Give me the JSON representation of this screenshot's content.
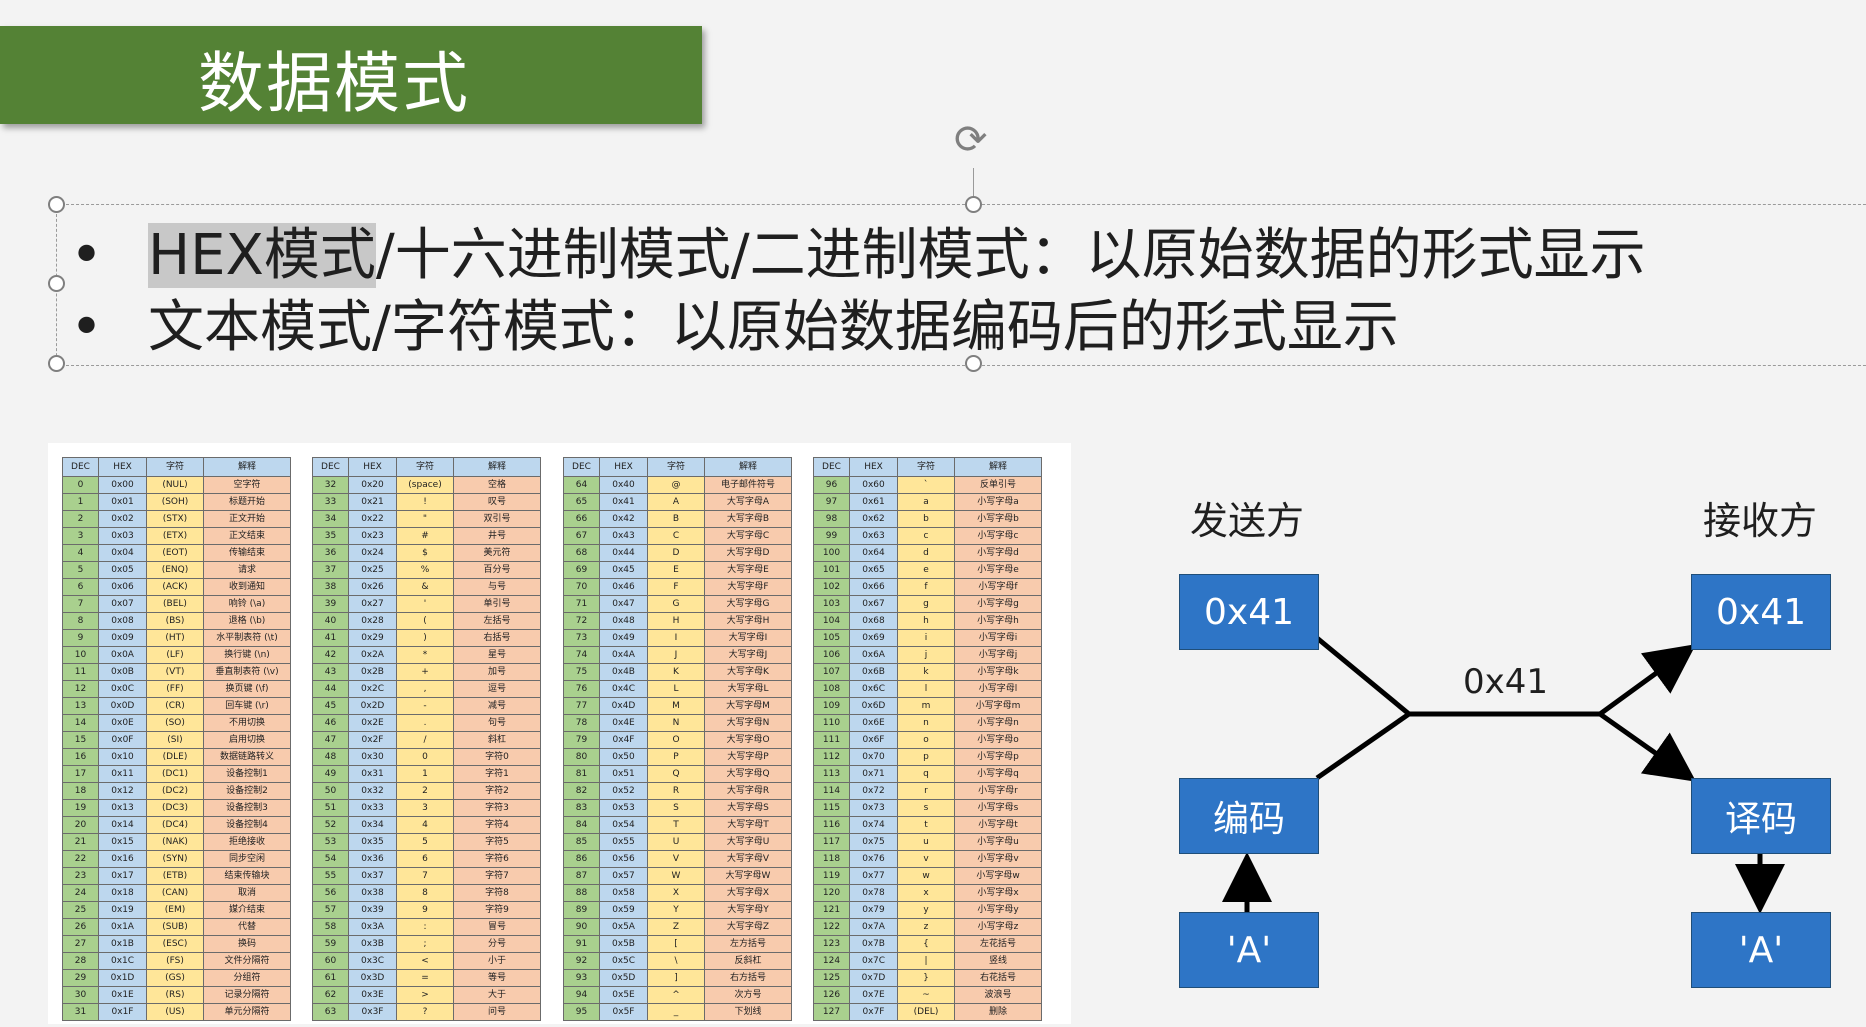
{
  "slide": {
    "title": "数据模式",
    "bullets": [
      {
        "highlight": "HEX模式",
        "rest": "/十六进制模式/二进制模式：以原始数据的形式显示"
      },
      {
        "highlight": "",
        "rest": "文本模式/字符模式：以原始数据编码后的形式显示"
      }
    ],
    "bullet_symbol": "•"
  },
  "ascii_table": {
    "headers": [
      "DEC",
      "HEX",
      "字符",
      "解释"
    ],
    "groups": [
      {
        "rows": [
          [
            "0",
            "0x00",
            "(NUL)",
            "空字符"
          ],
          [
            "1",
            "0x01",
            "(SOH)",
            "标题开始"
          ],
          [
            "2",
            "0x02",
            "(STX)",
            "正文开始"
          ],
          [
            "3",
            "0x03",
            "(ETX)",
            "正文结束"
          ],
          [
            "4",
            "0x04",
            "(EOT)",
            "传输结束"
          ],
          [
            "5",
            "0x05",
            "(ENQ)",
            "请求"
          ],
          [
            "6",
            "0x06",
            "(ACK)",
            "收到通知"
          ],
          [
            "7",
            "0x07",
            "(BEL)",
            "响铃 (\\a)"
          ],
          [
            "8",
            "0x08",
            "(BS)",
            "退格 (\\b)"
          ],
          [
            "9",
            "0x09",
            "(HT)",
            "水平制表符 (\\t)"
          ],
          [
            "10",
            "0x0A",
            "(LF)",
            "换行键 (\\n)"
          ],
          [
            "11",
            "0x0B",
            "(VT)",
            "垂直制表符 (\\v)"
          ],
          [
            "12",
            "0x0C",
            "(FF)",
            "换页键 (\\f)"
          ],
          [
            "13",
            "0x0D",
            "(CR)",
            "回车键 (\\r)"
          ],
          [
            "14",
            "0x0E",
            "(SO)",
            "不用切换"
          ],
          [
            "15",
            "0x0F",
            "(SI)",
            "启用切换"
          ],
          [
            "16",
            "0x10",
            "(DLE)",
            "数据链路转义"
          ],
          [
            "17",
            "0x11",
            "(DC1)",
            "设备控制1"
          ],
          [
            "18",
            "0x12",
            "(DC2)",
            "设备控制2"
          ],
          [
            "19",
            "0x13",
            "(DC3)",
            "设备控制3"
          ],
          [
            "20",
            "0x14",
            "(DC4)",
            "设备控制4"
          ],
          [
            "21",
            "0x15",
            "(NAK)",
            "拒绝接收"
          ],
          [
            "22",
            "0x16",
            "(SYN)",
            "同步空闲"
          ],
          [
            "23",
            "0x17",
            "(ETB)",
            "结束传输块"
          ],
          [
            "24",
            "0x18",
            "(CAN)",
            "取消"
          ],
          [
            "25",
            "0x19",
            "(EM)",
            "媒介结束"
          ],
          [
            "26",
            "0x1A",
            "(SUB)",
            "代替"
          ],
          [
            "27",
            "0x1B",
            "(ESC)",
            "换码"
          ],
          [
            "28",
            "0x1C",
            "(FS)",
            "文件分隔符"
          ],
          [
            "29",
            "0x1D",
            "(GS)",
            "分组符"
          ],
          [
            "30",
            "0x1E",
            "(RS)",
            "记录分隔符"
          ],
          [
            "31",
            "0x1F",
            "(US)",
            "单元分隔符"
          ]
        ]
      },
      {
        "rows": [
          [
            "32",
            "0x20",
            "(space)",
            "空格"
          ],
          [
            "33",
            "0x21",
            "!",
            "叹号"
          ],
          [
            "34",
            "0x22",
            "\"",
            "双引号"
          ],
          [
            "35",
            "0x23",
            "#",
            "井号"
          ],
          [
            "36",
            "0x24",
            "$",
            "美元符"
          ],
          [
            "37",
            "0x25",
            "%",
            "百分号"
          ],
          [
            "38",
            "0x26",
            "&",
            "与号"
          ],
          [
            "39",
            "0x27",
            "'",
            "单引号"
          ],
          [
            "40",
            "0x28",
            "(",
            "左括号"
          ],
          [
            "41",
            "0x29",
            ")",
            "右括号"
          ],
          [
            "42",
            "0x2A",
            "*",
            "星号"
          ],
          [
            "43",
            "0x2B",
            "+",
            "加号"
          ],
          [
            "44",
            "0x2C",
            ",",
            "逗号"
          ],
          [
            "45",
            "0x2D",
            "-",
            "减号"
          ],
          [
            "46",
            "0x2E",
            ".",
            "句号"
          ],
          [
            "47",
            "0x2F",
            "/",
            "斜杠"
          ],
          [
            "48",
            "0x30",
            "0",
            "字符0"
          ],
          [
            "49",
            "0x31",
            "1",
            "字符1"
          ],
          [
            "50",
            "0x32",
            "2",
            "字符2"
          ],
          [
            "51",
            "0x33",
            "3",
            "字符3"
          ],
          [
            "52",
            "0x34",
            "4",
            "字符4"
          ],
          [
            "53",
            "0x35",
            "5",
            "字符5"
          ],
          [
            "54",
            "0x36",
            "6",
            "字符6"
          ],
          [
            "55",
            "0x37",
            "7",
            "字符7"
          ],
          [
            "56",
            "0x38",
            "8",
            "字符8"
          ],
          [
            "57",
            "0x39",
            "9",
            "字符9"
          ],
          [
            "58",
            "0x3A",
            ":",
            "冒号"
          ],
          [
            "59",
            "0x3B",
            ";",
            "分号"
          ],
          [
            "60",
            "0x3C",
            "<",
            "小于"
          ],
          [
            "61",
            "0x3D",
            "=",
            "等号"
          ],
          [
            "62",
            "0x3E",
            ">",
            "大于"
          ],
          [
            "63",
            "0x3F",
            "?",
            "问号"
          ]
        ]
      },
      {
        "rows": [
          [
            "64",
            "0x40",
            "@",
            "电子邮件符号"
          ],
          [
            "65",
            "0x41",
            "A",
            "大写字母A"
          ],
          [
            "66",
            "0x42",
            "B",
            "大写字母B"
          ],
          [
            "67",
            "0x43",
            "C",
            "大写字母C"
          ],
          [
            "68",
            "0x44",
            "D",
            "大写字母D"
          ],
          [
            "69",
            "0x45",
            "E",
            "大写字母E"
          ],
          [
            "70",
            "0x46",
            "F",
            "大写字母F"
          ],
          [
            "71",
            "0x47",
            "G",
            "大写字母G"
          ],
          [
            "72",
            "0x48",
            "H",
            "大写字母H"
          ],
          [
            "73",
            "0x49",
            "I",
            "大写字母I"
          ],
          [
            "74",
            "0x4A",
            "J",
            "大写字母J"
          ],
          [
            "75",
            "0x4B",
            "K",
            "大写字母K"
          ],
          [
            "76",
            "0x4C",
            "L",
            "大写字母L"
          ],
          [
            "77",
            "0x4D",
            "M",
            "大写字母M"
          ],
          [
            "78",
            "0x4E",
            "N",
            "大写字母N"
          ],
          [
            "79",
            "0x4F",
            "O",
            "大写字母O"
          ],
          [
            "80",
            "0x50",
            "P",
            "大写字母P"
          ],
          [
            "81",
            "0x51",
            "Q",
            "大写字母Q"
          ],
          [
            "82",
            "0x52",
            "R",
            "大写字母R"
          ],
          [
            "83",
            "0x53",
            "S",
            "大写字母S"
          ],
          [
            "84",
            "0x54",
            "T",
            "大写字母T"
          ],
          [
            "85",
            "0x55",
            "U",
            "大写字母U"
          ],
          [
            "86",
            "0x56",
            "V",
            "大写字母V"
          ],
          [
            "87",
            "0x57",
            "W",
            "大写字母W"
          ],
          [
            "88",
            "0x58",
            "X",
            "大写字母X"
          ],
          [
            "89",
            "0x59",
            "Y",
            "大写字母Y"
          ],
          [
            "90",
            "0x5A",
            "Z",
            "大写字母Z"
          ],
          [
            "91",
            "0x5B",
            "[",
            "左方括号"
          ],
          [
            "92",
            "0x5C",
            "\\",
            "反斜杠"
          ],
          [
            "93",
            "0x5D",
            "]",
            "右方括号"
          ],
          [
            "94",
            "0x5E",
            "^",
            "次方号"
          ],
          [
            "95",
            "0x5F",
            "_",
            "下划线"
          ]
        ]
      },
      {
        "rows": [
          [
            "96",
            "0x60",
            "`",
            "反单引号"
          ],
          [
            "97",
            "0x61",
            "a",
            "小写字母a"
          ],
          [
            "98",
            "0x62",
            "b",
            "小写字母b"
          ],
          [
            "99",
            "0x63",
            "c",
            "小写字母c"
          ],
          [
            "100",
            "0x64",
            "d",
            "小写字母d"
          ],
          [
            "101",
            "0x65",
            "e",
            "小写字母e"
          ],
          [
            "102",
            "0x66",
            "f",
            "小写字母f"
          ],
          [
            "103",
            "0x67",
            "g",
            "小写字母g"
          ],
          [
            "104",
            "0x68",
            "h",
            "小写字母h"
          ],
          [
            "105",
            "0x69",
            "i",
            "小写字母i"
          ],
          [
            "106",
            "0x6A",
            "j",
            "小写字母j"
          ],
          [
            "107",
            "0x6B",
            "k",
            "小写字母k"
          ],
          [
            "108",
            "0x6C",
            "l",
            "小写字母l"
          ],
          [
            "109",
            "0x6D",
            "m",
            "小写字母m"
          ],
          [
            "110",
            "0x6E",
            "n",
            "小写字母n"
          ],
          [
            "111",
            "0x6F",
            "o",
            "小写字母o"
          ],
          [
            "112",
            "0x70",
            "p",
            "小写字母p"
          ],
          [
            "113",
            "0x71",
            "q",
            "小写字母q"
          ],
          [
            "114",
            "0x72",
            "r",
            "小写字母r"
          ],
          [
            "115",
            "0x73",
            "s",
            "小写字母s"
          ],
          [
            "116",
            "0x74",
            "t",
            "小写字母t"
          ],
          [
            "117",
            "0x75",
            "u",
            "小写字母u"
          ],
          [
            "118",
            "0x76",
            "v",
            "小写字母v"
          ],
          [
            "119",
            "0x77",
            "w",
            "小写字母w"
          ],
          [
            "120",
            "0x78",
            "x",
            "小写字母x"
          ],
          [
            "121",
            "0x79",
            "y",
            "小写字母y"
          ],
          [
            "122",
            "0x7A",
            "z",
            "小写字母z"
          ],
          [
            "123",
            "0x7B",
            "{",
            "左花括号"
          ],
          [
            "124",
            "0x7C",
            "|",
            "竖线"
          ],
          [
            "125",
            "0x7D",
            "}",
            "右花括号"
          ],
          [
            "126",
            "0x7E",
            "~",
            "波浪号"
          ],
          [
            "127",
            "0x7F",
            "(DEL)",
            "删除"
          ]
        ]
      }
    ]
  },
  "diagram": {
    "sender_label": "发送方",
    "receiver_label": "接收方",
    "link_label": "0x41",
    "sender_hex": "0x41",
    "receiver_hex": "0x41",
    "encode_label": "编码",
    "decode_label": "译码",
    "sender_char": "'A'",
    "receiver_char": "'A'",
    "box_color": "#2e75c6"
  },
  "colors": {
    "title_bar": "#548235",
    "dec_col": "#a9d08e",
    "hex_col": "#bdd7ee",
    "char_col": "#ffe699",
    "desc_col": "#f8cbad"
  }
}
